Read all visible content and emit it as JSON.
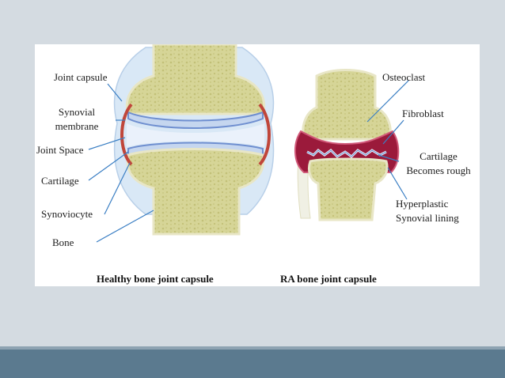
{
  "healthy": {
    "caption": "Healthy bone joint capsule",
    "labels": {
      "joint_capsule": "Joint capsule",
      "synovial_1": "Synovial",
      "synovial_2": "membrane",
      "joint_space": "Joint Space",
      "cartilage": "Cartilage",
      "synoviocyte": "Synoviocyte",
      "bone": "Bone"
    }
  },
  "ra": {
    "caption": "RA bone joint capsule",
    "labels": {
      "osteoclast": "Osteoclast",
      "fibroblast": "Fibroblast",
      "cartilage_1": "Cartilage",
      "cartilage_2": "Becomes rough",
      "hyper_1": "Hyperplastic",
      "hyper_2": "Synovial lining"
    }
  },
  "colors": {
    "bone": "#d6d597",
    "bone_texture": "#c2c077",
    "bone_edge": "#e8e6c6",
    "cartilage": "#c5d6ef",
    "cartilage_edge": "#6f8fd0",
    "joint_space": "#eaf1fb",
    "synovial_membrane": "#c0463a",
    "capsule": "#cfe0f3",
    "ra_synovium": "#9b1a3b",
    "ra_synovium_light": "#d05878",
    "leader_line": "#3b7fc4"
  }
}
